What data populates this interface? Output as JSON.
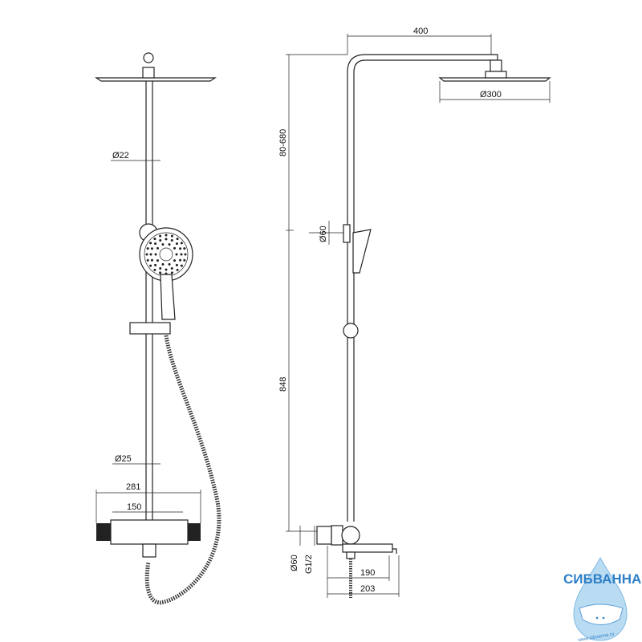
{
  "dimensions": {
    "arm_length": "400",
    "head_diameter": "Ø300",
    "rod_upper_diameter": "Ø22",
    "height_adjust": "80-680",
    "holder_diameter": "Ø60",
    "rod_height": "848",
    "rod_lower_diameter": "Ø25",
    "valve_width": "281",
    "valve_center_distance": "150",
    "escutcheon_diameter": "Ø60",
    "thread": "G1/2",
    "spout_length": "190",
    "spout_total": "203"
  },
  "logo": {
    "name": "СИБВАННА",
    "url": "www.sibvanna.ru",
    "color": "#2e7fc6"
  }
}
